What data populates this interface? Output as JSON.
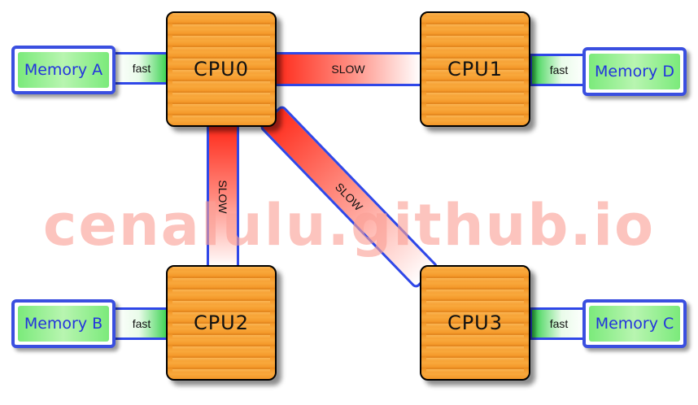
{
  "cpus": {
    "cpu0": "CPU0",
    "cpu1": "CPU1",
    "cpu2": "CPU2",
    "cpu3": "CPU3"
  },
  "memories": {
    "a": "Memory A",
    "b": "Memory B",
    "c": "Memory C",
    "d": "Memory D"
  },
  "links": {
    "fast": "fast",
    "slow": "SLOW"
  },
  "watermark": "cenalulu.github.io",
  "colors": {
    "cpu": "#f59a2b",
    "memory_fill": "#7bea7b",
    "border_blue": "#2f47e8",
    "slow_red": "#ff2a1a",
    "fast_green": "#33d14a"
  }
}
